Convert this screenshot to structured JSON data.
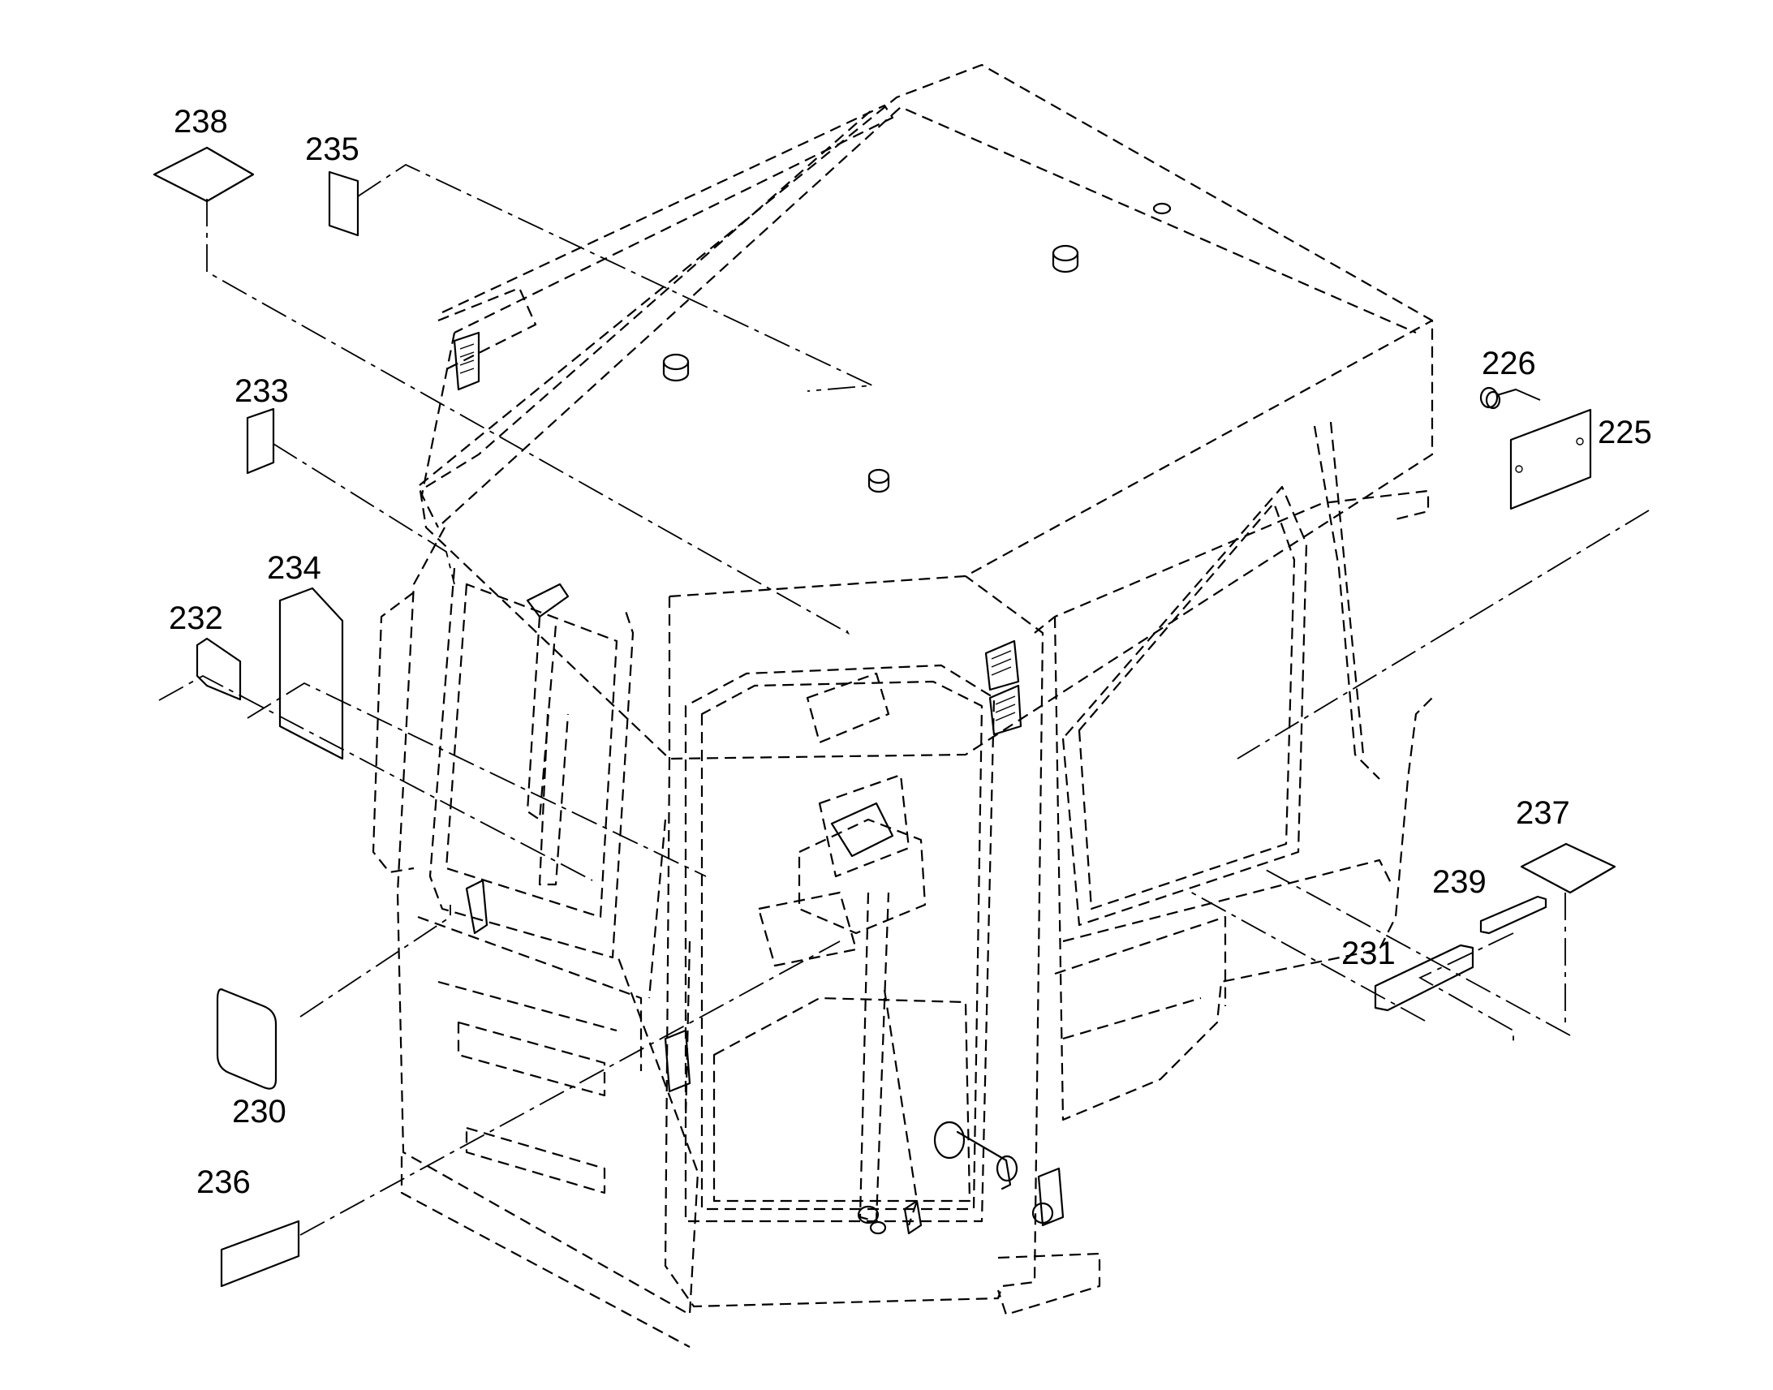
{
  "labels": {
    "p225": "225",
    "p226": "226",
    "p230": "230",
    "p231": "231",
    "p232": "232",
    "p233": "233",
    "p234": "234",
    "p235": "235",
    "p236": "236",
    "p237": "237",
    "p238": "238",
    "p239": "239"
  }
}
